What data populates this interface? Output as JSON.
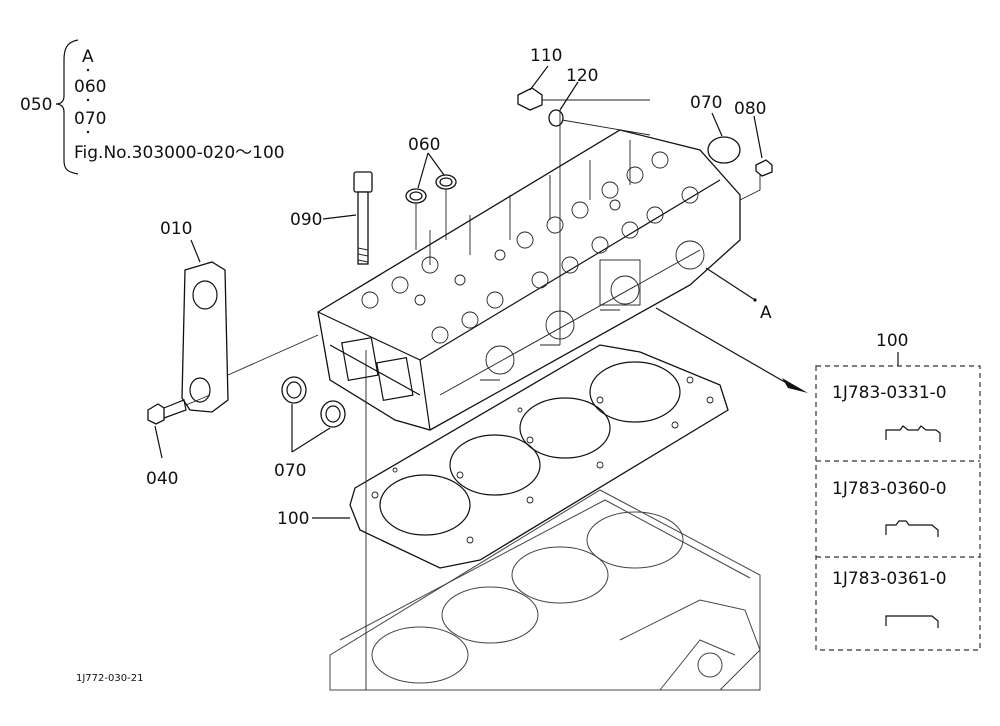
{
  "note_group": {
    "ref": "050",
    "lines": [
      "A",
      "060",
      "070",
      "Fig.No.303000-020～100"
    ]
  },
  "labels": {
    "p010": "010",
    "p040": "040",
    "p060": "060",
    "p070_top": "070",
    "p070_bottom": "070",
    "p080": "080",
    "p090": "090",
    "p100_gasket": "100",
    "p110": "110",
    "p120": "120",
    "point_a": "A"
  },
  "variant_box": {
    "ref": "100",
    "items": [
      "1J783-0331-0",
      "1J783-0360-0",
      "1J783-0361-0"
    ]
  },
  "figure_id": "1J772-030-21"
}
